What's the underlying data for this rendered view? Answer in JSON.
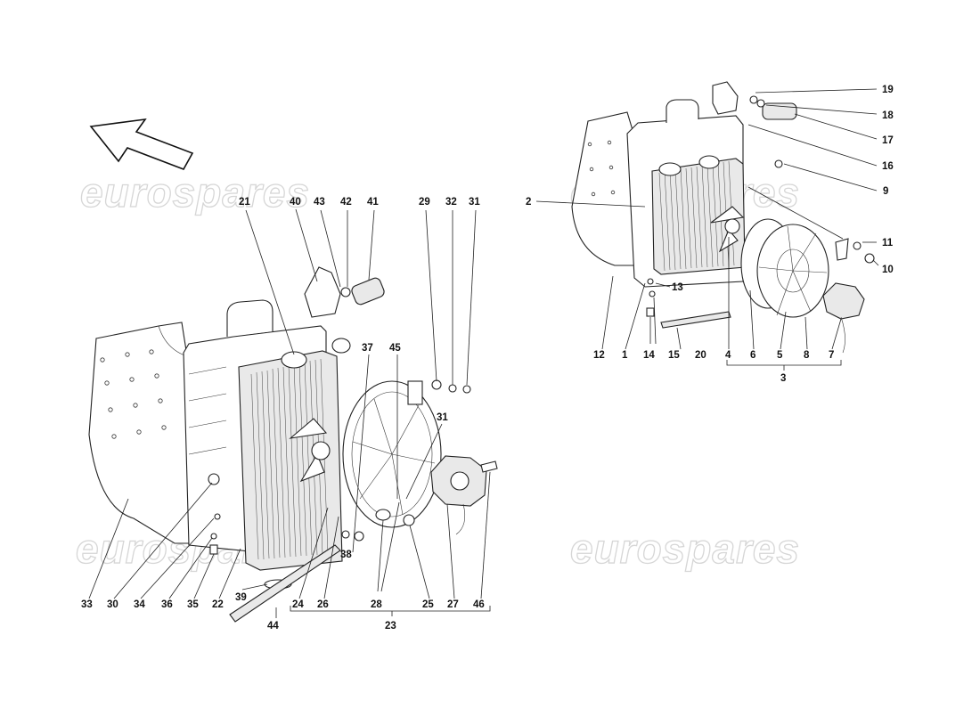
{
  "watermark": "eurospares",
  "left_labels": [
    "21",
    "40",
    "43",
    "42",
    "41",
    "29",
    "32",
    "31",
    "37",
    "45",
    "31",
    "33",
    "30",
    "34",
    "36",
    "35",
    "22",
    "39",
    "24",
    "26",
    "28",
    "25",
    "27",
    "46",
    "38",
    "44",
    "23"
  ],
  "right_labels": [
    "19",
    "18",
    "17",
    "16",
    "9",
    "2",
    "11",
    "10",
    "13",
    "12",
    "1",
    "14",
    "15",
    "20",
    "4",
    "6",
    "5",
    "8",
    "7",
    "3"
  ]
}
